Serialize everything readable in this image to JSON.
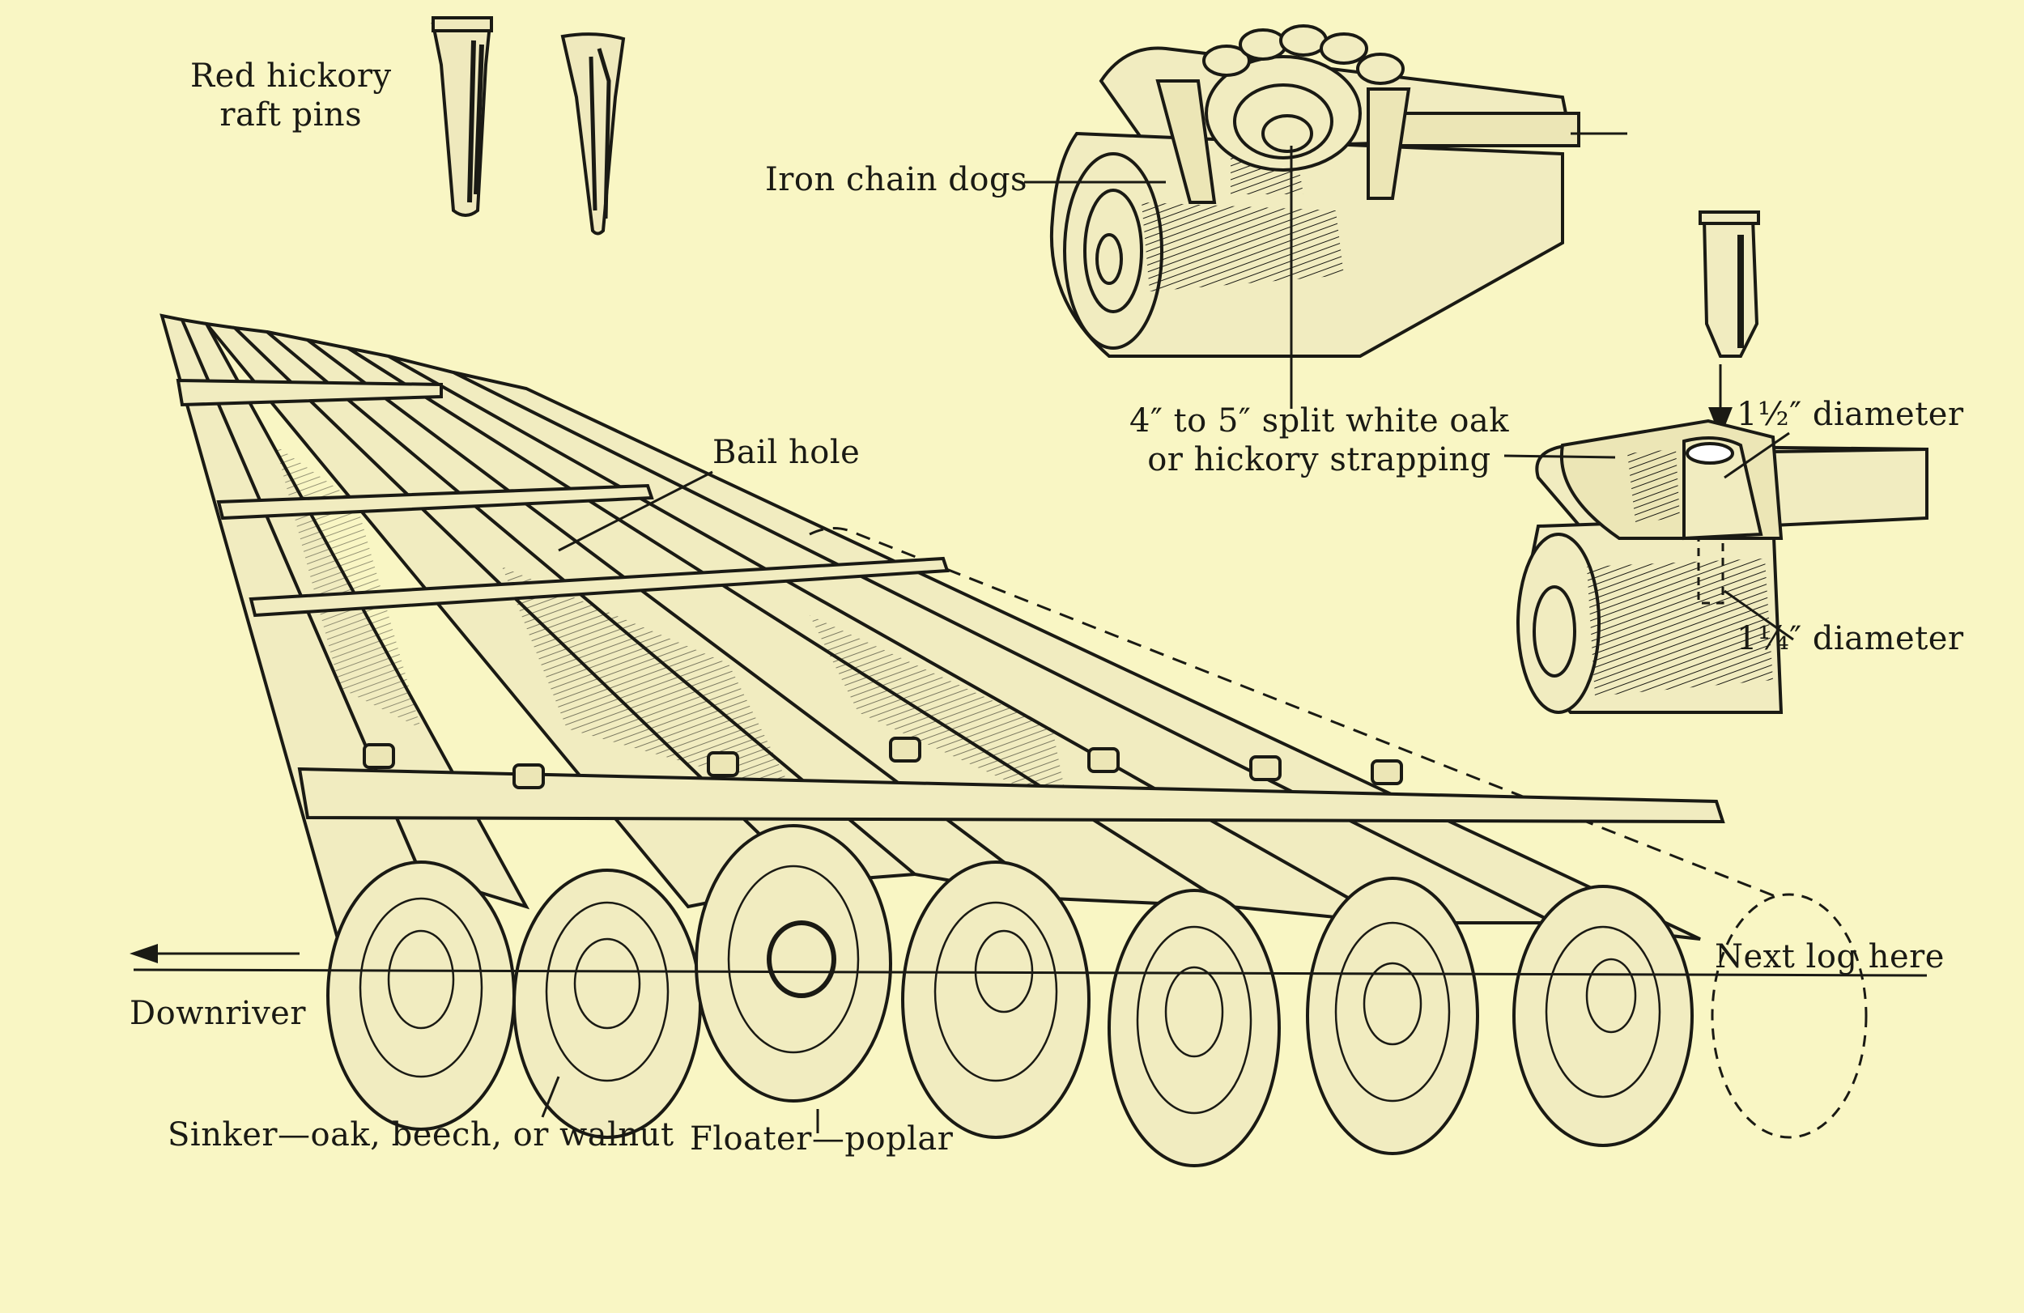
{
  "labels": {
    "pins": [
      "Red hickory",
      "raft pins"
    ],
    "chain_dogs": "Iron chain dogs",
    "strapping": [
      "4″ to 5″ split white oak",
      "or hickory strapping"
    ],
    "bail_hole": "Bail hole",
    "diameter_top": "1½″ diameter",
    "diameter_bottom": "1¼″ diameter",
    "next_log": "Next log here",
    "downriver": "Downriver",
    "sinker": "Sinker—oak, beech, or walnut",
    "floater": "Floater—poplar"
  },
  "colors": {
    "background": "#f9f6c4",
    "ink": "#1a1a14",
    "wood": "#f1ecc0",
    "shade": "#8a8460"
  }
}
